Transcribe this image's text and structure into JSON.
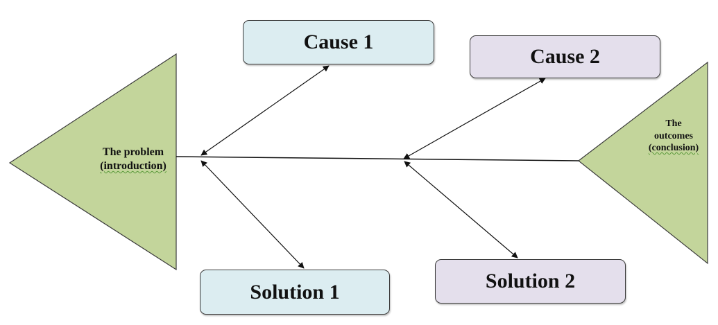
{
  "nodes": {
    "problem": {
      "line1": "The problem",
      "line2": "(introduction)"
    },
    "outcomes": {
      "line1": "The",
      "line2": "outcomes",
      "line3": "(conclusion)"
    },
    "cause1": {
      "label": "Cause 1"
    },
    "cause2": {
      "label": "Cause 2"
    },
    "solution1": {
      "label": "Solution 1"
    },
    "solution2": {
      "label": "Solution 2"
    }
  },
  "colors": {
    "triangle_fill": "#c3d59b",
    "triangle_stroke": "#3a3a3a",
    "cause1_fill": "#dcedf1",
    "solution1_fill": "#dcedf1",
    "cause2_fill": "#e4dfec",
    "solution2_fill": "#e4dfec",
    "connector": "#111111"
  }
}
